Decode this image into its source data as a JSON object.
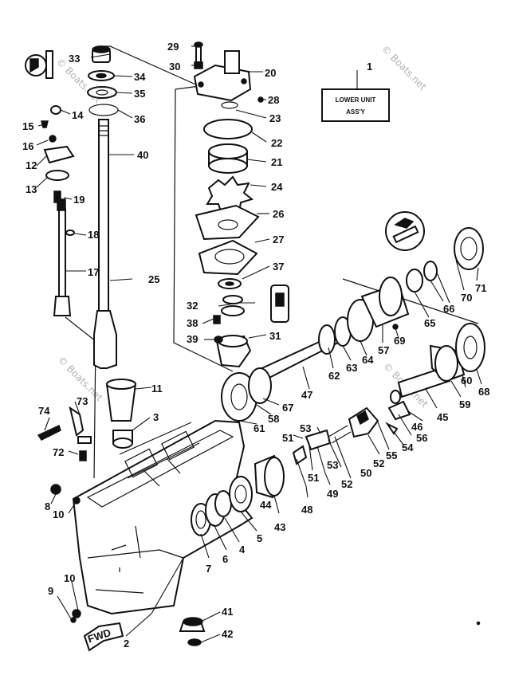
{
  "title_box": {
    "line1": "LOWER UNIT",
    "line2": "ASS'Y",
    "ref": "1"
  },
  "watermark": "© Boats.net",
  "fwd_label": "FWD",
  "callouts": {
    "n2": "2",
    "n3": "3",
    "n4": "4",
    "n5": "5",
    "n6": "6",
    "n7": "7",
    "n8": "8",
    "n9": "9",
    "n10a": "10",
    "n10b": "10",
    "n11": "11",
    "n12": "12",
    "n13": "13",
    "n14": "14",
    "n15": "15",
    "n16": "16",
    "n17": "17",
    "n18": "18",
    "n19": "19",
    "n20": "20",
    "n21": "21",
    "n22": "22",
    "n23": "23",
    "n24": "24",
    "n25": "25",
    "n26": "26",
    "n27": "27",
    "n28": "28",
    "n29": "29",
    "n30": "30",
    "n31": "31",
    "n32": "32",
    "n33": "33",
    "n34": "34",
    "n35": "35",
    "n36": "36",
    "n37": "37",
    "n38": "38",
    "n39": "39",
    "n40": "40",
    "n41": "41",
    "n42": "42",
    "n43": "43",
    "n44": "44",
    "n45": "45",
    "n46": "46",
    "n47": "47",
    "n48": "48",
    "n49": "49",
    "n50": "50",
    "n51a": "51",
    "n51b": "51",
    "n52a": "52",
    "n52b": "52",
    "n53a": "53",
    "n53b": "53",
    "n54": "54",
    "n55": "55",
    "n56": "56",
    "n57": "57",
    "n58": "58",
    "n59": "59",
    "n60": "60",
    "n61": "61",
    "n62": "62",
    "n63": "63",
    "n64": "64",
    "n65": "65",
    "n66": "66",
    "n67": "67",
    "n68": "68",
    "n69": "69",
    "n70": "70",
    "n71": "71",
    "n72": "72",
    "n73": "73",
    "n74": "74"
  }
}
